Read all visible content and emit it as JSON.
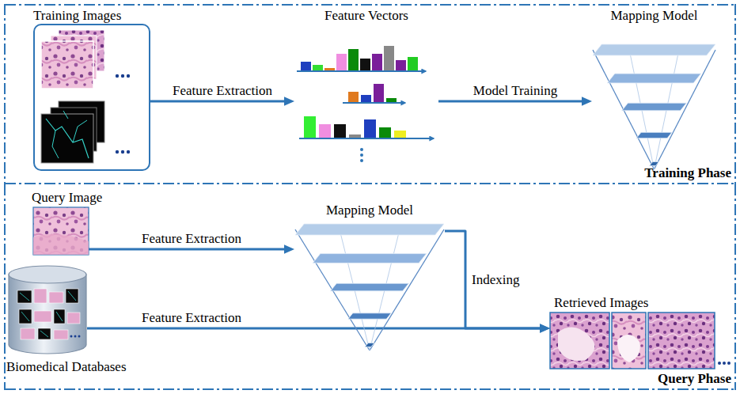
{
  "diagram": {
    "nodes": [
      {
        "text": [
          "Training Phase"
        ]
      },
      {
        "text": [
          "Training Images"
        ],
        "in": 0
      },
      {
        "text": [
          "Feature Vectors"
        ],
        "in": 0
      },
      {
        "text": [
          "Mapping Model"
        ],
        "in": 0
      },
      {
        "text": [
          "Query Phase"
        ]
      },
      {
        "text": [
          "Query Image"
        ],
        "in": 4
      },
      {
        "text": [
          "Mapping Model"
        ],
        "in": 4
      },
      {
        "text": [
          "Retrieved Images"
        ],
        "in": 4
      },
      {
        "text": [
          "Biomedical Databases"
        ],
        "in": 4
      }
    ],
    "edges": [
      {
        "from": 1,
        "to": 2,
        "label": "Feature Extraction",
        "arrow": "to"
      },
      {
        "from": 2,
        "to": 3,
        "label": "Model Training",
        "arrow": "to"
      },
      {
        "from": 5,
        "to": 6,
        "label": "Feature Extraction",
        "arrow": "to"
      },
      {
        "from": 8,
        "to": 7,
        "label": "Feature Extraction",
        "arrow": "to"
      },
      {
        "from": 6,
        "to": 7,
        "label": "Indexing",
        "arrow": "to"
      }
    ]
  }
}
